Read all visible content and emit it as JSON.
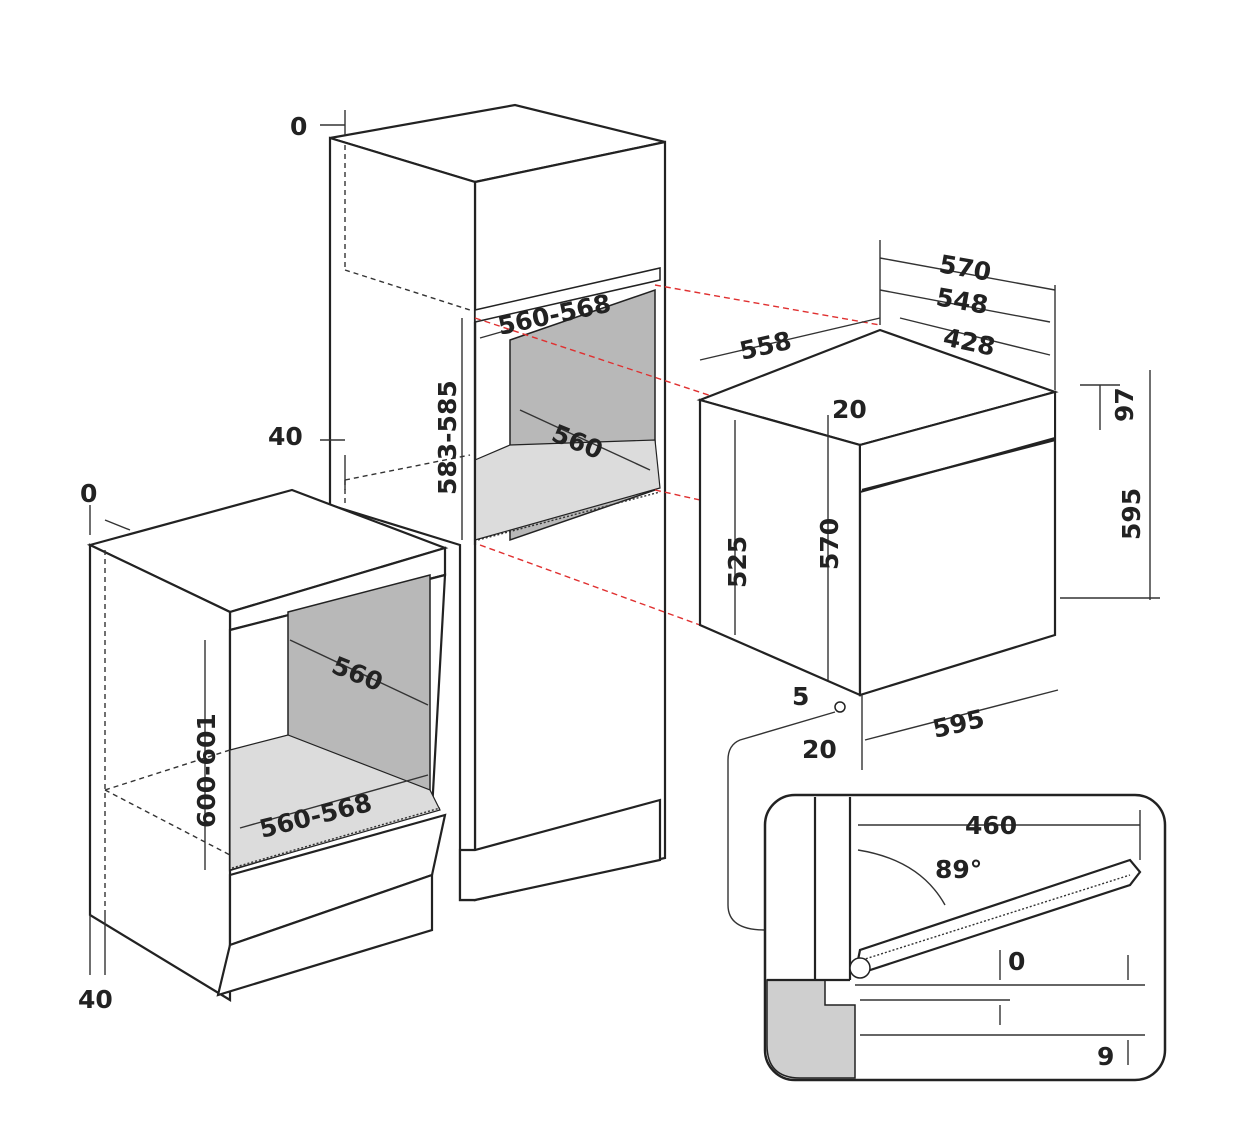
{
  "colors": {
    "line": "#222222",
    "recess": "#b8b8b8",
    "floor": "#dcdcdc",
    "guide": "#e03030"
  },
  "tall_cabinet": {
    "top_gap": "0",
    "bottom_gap": "40",
    "opening_height": "583-585",
    "opening_width": "560-568",
    "opening_depth": "560"
  },
  "base_cabinet": {
    "top_gap": "0",
    "bottom_gap": "40",
    "opening_height": "600-601",
    "opening_depth": "560",
    "opening_width": "560-568"
  },
  "oven": {
    "depth_total": "570",
    "depth_548": "548",
    "depth_428": "428",
    "width_body": "558",
    "offset_20_top": "20",
    "panel_height": "97",
    "body_height_525": "525",
    "body_height_570": "570",
    "front_height": "595",
    "gap_5": "5",
    "offset_20_bottom": "20",
    "front_width": "595"
  },
  "door_detail": {
    "door_length": "460",
    "angle": "89°",
    "gap_0": "0",
    "gap_9": "9"
  }
}
